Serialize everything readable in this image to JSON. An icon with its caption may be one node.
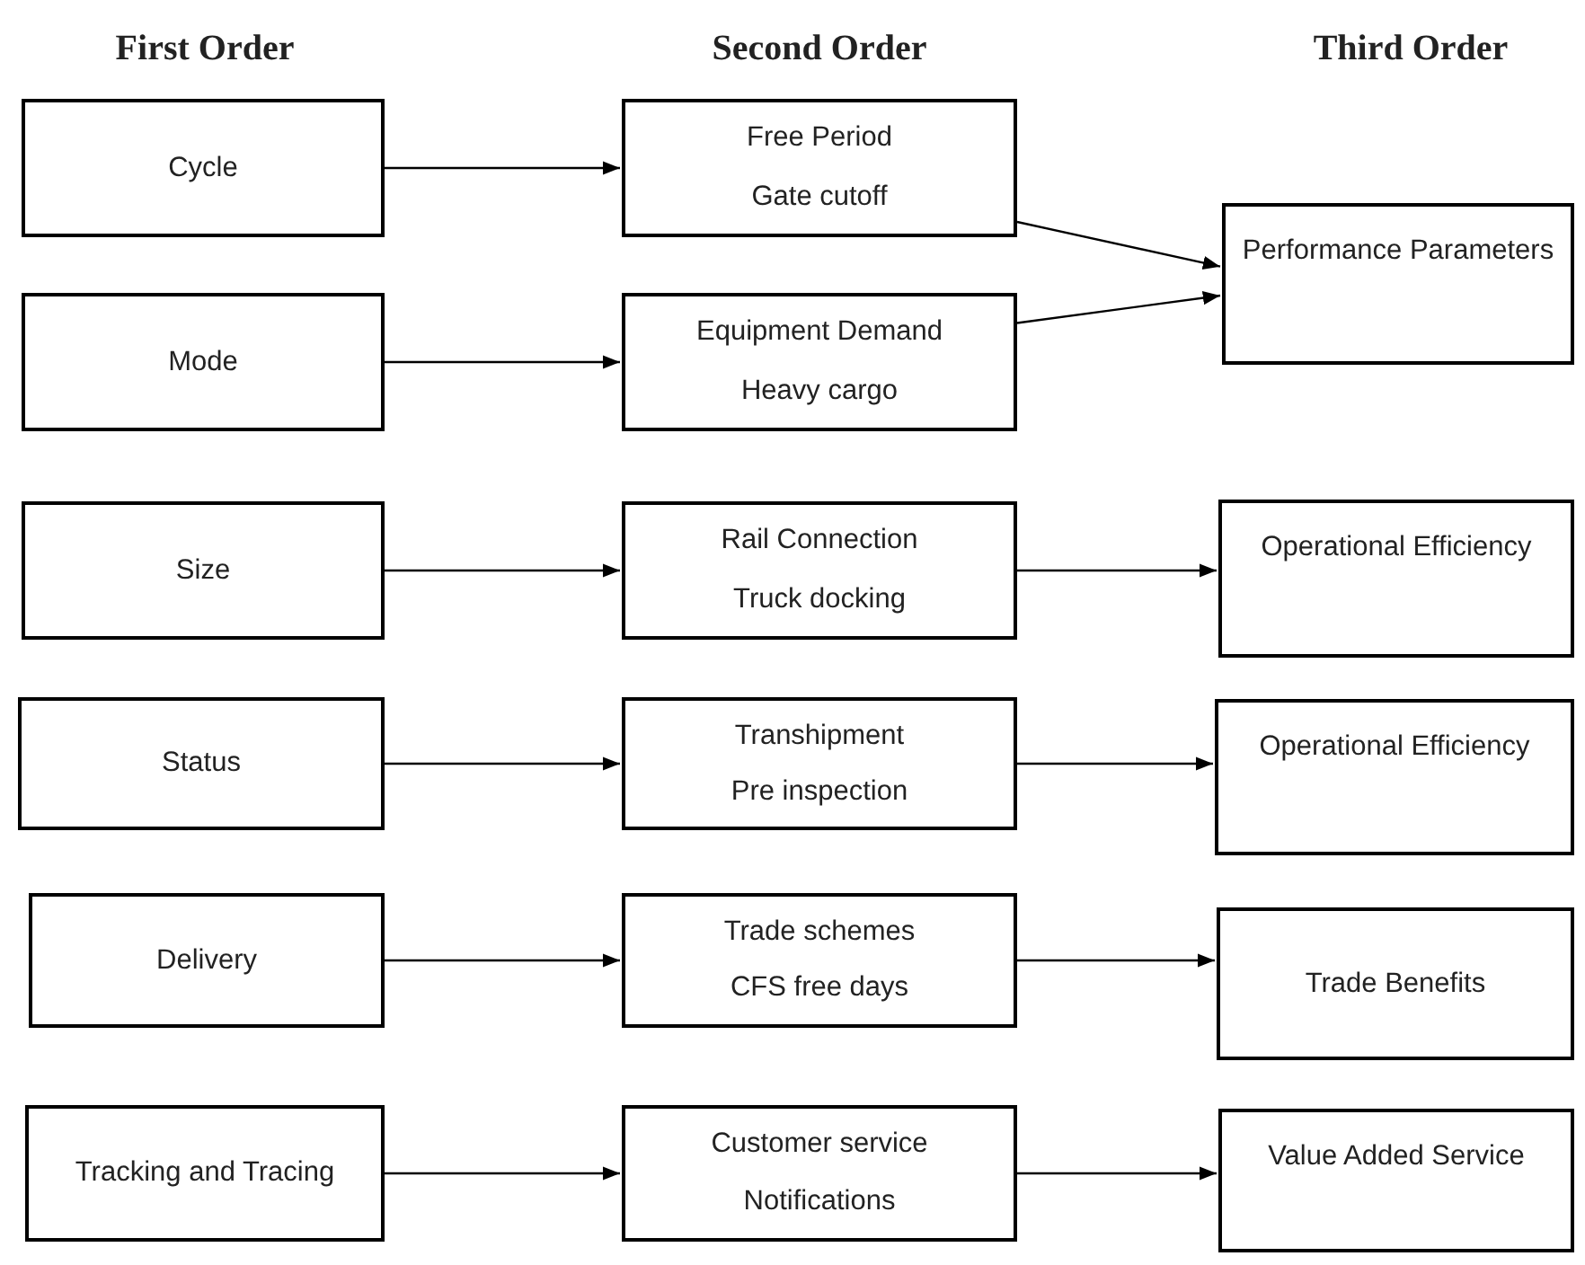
{
  "diagram": {
    "nodes": [
      {
        "text": [
          "Cycle"
        ]
      },
      {
        "text": [
          "Free Period",
          "Gate cutoff"
        ]
      },
      {
        "text": [
          "Performance Parameters"
        ]
      },
      {
        "text": [
          "Mode"
        ]
      },
      {
        "text": [
          "Equipment Demand",
          "Heavy cargo"
        ]
      },
      {
        "text": [
          "Size"
        ]
      },
      {
        "text": [
          "Rail Connection",
          "Truck docking"
        ]
      },
      {
        "text": [
          "Operational Efficiency"
        ]
      },
      {
        "text": [
          "Status"
        ]
      },
      {
        "text": [
          "Transhipment",
          "Pre inspection"
        ]
      },
      {
        "text": [
          "Operational Efficiency"
        ]
      },
      {
        "text": [
          "Delivery"
        ]
      },
      {
        "text": [
          "Trade schemes",
          "CFS free days"
        ]
      },
      {
        "text": [
          "Trade Benefits"
        ]
      },
      {
        "text": [
          "Tracking and Tracing"
        ]
      },
      {
        "text": [
          "Customer service",
          "Notifications"
        ]
      },
      {
        "text": [
          "Value Added Service"
        ]
      }
    ],
    "edges": [
      {
        "from": 0,
        "to": 1,
        "arrow": "to"
      },
      {
        "from": 1,
        "to": 2,
        "arrow": "to"
      },
      {
        "from": 3,
        "to": 4,
        "arrow": "to"
      },
      {
        "from": 4,
        "to": 2,
        "arrow": "to"
      },
      {
        "from": 5,
        "to": 6,
        "arrow": "to"
      },
      {
        "from": 6,
        "to": 7,
        "arrow": "to"
      },
      {
        "from": 8,
        "to": 9,
        "arrow": "to"
      },
      {
        "from": 9,
        "to": 10,
        "arrow": "to"
      },
      {
        "from": 11,
        "to": 12,
        "arrow": "to"
      },
      {
        "from": 12,
        "to": 13,
        "arrow": "to"
      },
      {
        "from": 14,
        "to": 15,
        "arrow": "to"
      },
      {
        "from": 15,
        "to": 16,
        "arrow": "to"
      }
    ],
    "labels": [
      "First Order",
      "Second Order",
      "Third Order"
    ]
  }
}
